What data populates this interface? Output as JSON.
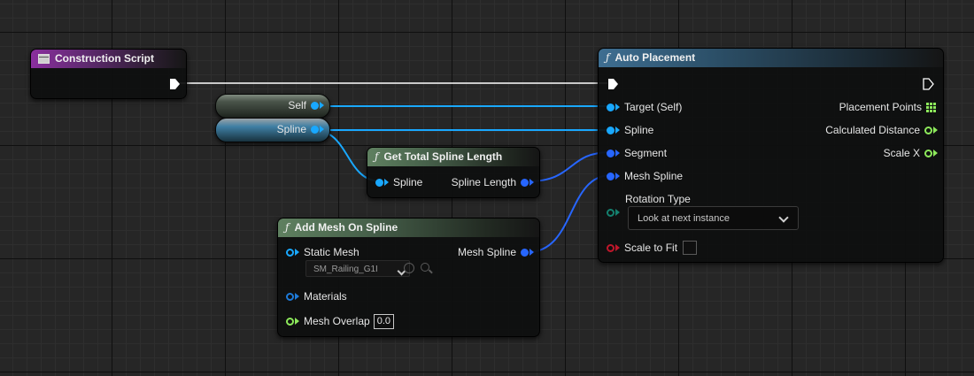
{
  "colors": {
    "exec": "#ffffff",
    "object": "#19a8ff",
    "float": "#2766ff",
    "struct_green": "#8de95b",
    "bool_red": "#c0172b",
    "enum_teal": "#14806e",
    "material": "#1e7ad8"
  },
  "construction_script": {
    "title": "Construction Script",
    "icon": "event-node-icon"
  },
  "variables": {
    "self_label": "Self",
    "spline_label": "Spline"
  },
  "get_total_spline_length": {
    "title": "Get Total Spline Length",
    "input": "Spline",
    "output": "Spline Length"
  },
  "add_mesh_on_spline": {
    "title": "Add Mesh On Spline",
    "static_mesh_label": "Static Mesh",
    "static_mesh_value": "SM_Railing_G1I",
    "output": "Mesh Spline",
    "materials_label": "Materials",
    "mesh_overlap_label": "Mesh Overlap",
    "mesh_overlap_value": "0.0"
  },
  "auto_placement": {
    "title": "Auto Placement",
    "inputs": {
      "target": "Target (Self)",
      "spline": "Spline",
      "segment": "Segment",
      "mesh_spline": "Mesh Spline",
      "rotation_type": "Rotation Type",
      "rotation_value": "Look at next instance",
      "scale_to_fit": "Scale to Fit"
    },
    "outputs": {
      "placement_points": "Placement Points",
      "calculated_distance": "Calculated Distance",
      "scale_x": "Scale X"
    }
  }
}
